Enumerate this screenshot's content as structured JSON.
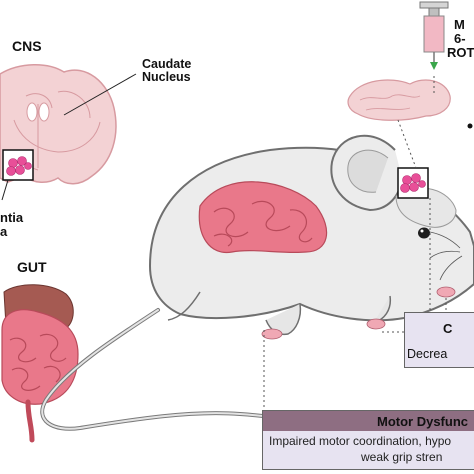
{
  "labels": {
    "cns": "CNS",
    "caudate_line1": "Caudate",
    "caudate_line2": "Nucleus",
    "substantia_line1": "ntia",
    "substantia_line2": "a",
    "gut": "GUT",
    "toxin_line1": "M",
    "toxin_line2": "6-",
    "toxin_line3": "ROT"
  },
  "boxes": {
    "behavior_title": "C",
    "behavior_text": "Decrea",
    "motor_title": "Motor Dysfunc",
    "motor_line1": "Impaired motor coordination, hypo",
    "motor_line2": "weak grip stren"
  },
  "colors": {
    "brain_tissue": "#f3d2d4",
    "brain_outline": "#d79aa0",
    "neuron_cluster": "#e84f98",
    "intestine": "#e9788a",
    "mouse_body": "#ececec",
    "box_fill": "#e7e3f1",
    "box_header": "#8e6e82"
  }
}
